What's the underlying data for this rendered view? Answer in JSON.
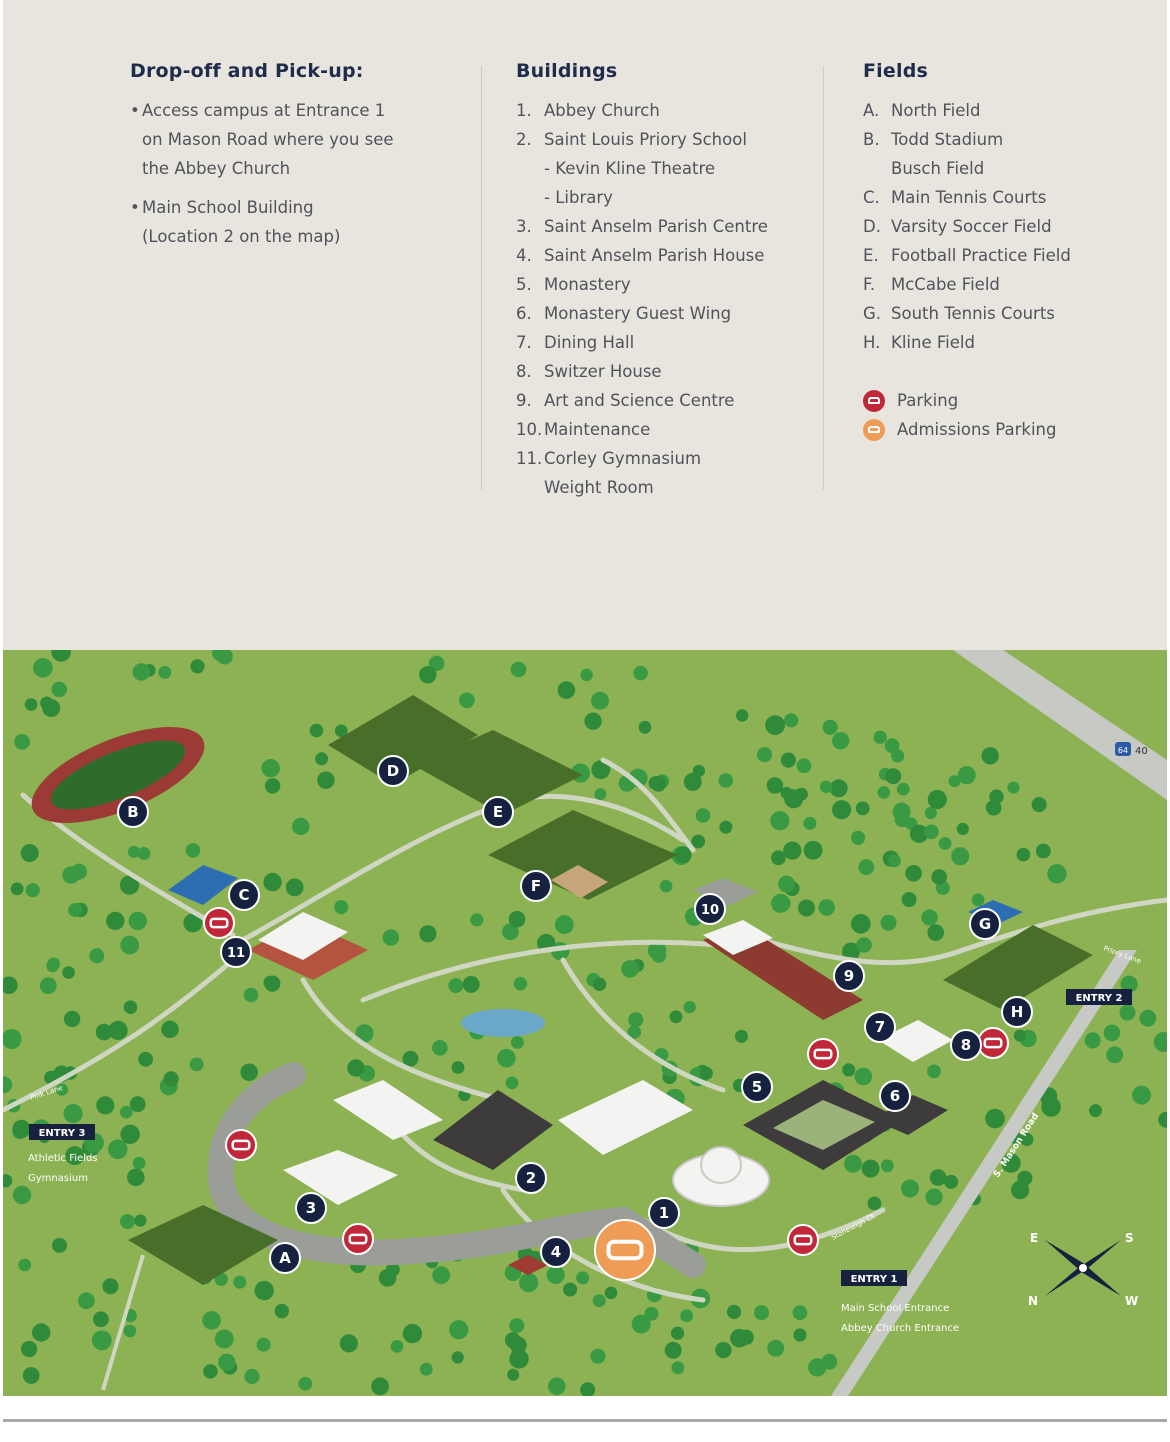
{
  "legend": {
    "dropoff": {
      "heading": "Drop-off and Pick-up:",
      "bullets": [
        [
          "Access campus at Entrance 1",
          "on Mason Road where you see",
          "the Abbey Church"
        ],
        [
          "Main School Building",
          "(Location 2 on the map)"
        ]
      ]
    },
    "buildings": {
      "heading": "Buildings",
      "items": [
        {
          "n": "1.",
          "label": "Abbey Church"
        },
        {
          "n": "2.",
          "label": "Saint Louis Priory School"
        },
        {
          "n": "",
          "label": "- Kevin Kline Theatre",
          "sub": true
        },
        {
          "n": "",
          "label": "- Library",
          "sub": true
        },
        {
          "n": "3.",
          "label": "Saint Anselm Parish Centre"
        },
        {
          "n": "4.",
          "label": "Saint Anselm Parish House"
        },
        {
          "n": "5.",
          "label": "Monastery"
        },
        {
          "n": "6.",
          "label": "Monastery Guest Wing"
        },
        {
          "n": "7.",
          "label": "Dining Hall"
        },
        {
          "n": "8.",
          "label": "Switzer House"
        },
        {
          "n": "9.",
          "label": "Art and Science Centre"
        },
        {
          "n": "10.",
          "label": "Maintenance"
        },
        {
          "n": "11.",
          "label": "Corley Gymnasium"
        },
        {
          "n": "",
          "label": "Weight Room",
          "sub": true
        }
      ]
    },
    "fields": {
      "heading": "Fields",
      "items": [
        {
          "n": "A.",
          "label": "North Field"
        },
        {
          "n": "B.",
          "label": "Todd Stadium"
        },
        {
          "n": "",
          "label": "Busch Field",
          "sub": true
        },
        {
          "n": "C.",
          "label": "Main Tennis Courts"
        },
        {
          "n": "D.",
          "label": "Varsity Soccer Field"
        },
        {
          "n": "E.",
          "label": "Football Practice Field"
        },
        {
          "n": "F.",
          "label": "McCabe Field"
        },
        {
          "n": "G.",
          "label": "South Tennis Courts"
        },
        {
          "n": "H.",
          "label": "Kline Field"
        }
      ],
      "parking": [
        {
          "label": "Parking",
          "color": "#c0283a"
        },
        {
          "label": "Admissions Parking",
          "color": "#ee9c56"
        }
      ]
    }
  },
  "map": {
    "colors": {
      "grass": "#8db253",
      "path": "#cfd6c2",
      "road": "#c7c9c4",
      "marker": "#16213f",
      "parking": "#c0283a",
      "admissions": "#ee9c56",
      "tree": "#2f8a3a"
    },
    "markers": [
      "1",
      "2",
      "3",
      "4",
      "5",
      "6",
      "7",
      "8",
      "9",
      "10",
      "11",
      "A",
      "B",
      "C",
      "D",
      "E",
      "F",
      "G",
      "H"
    ],
    "entries": [
      {
        "label": "ENTRY 1",
        "lines": [
          "Main School Entrance",
          "Abbey Church Entrance"
        ]
      },
      {
        "label": "ENTRY 2",
        "lines": []
      },
      {
        "label": "ENTRY 3",
        "lines": [
          "Athletic Fields",
          "Gymnasium"
        ]
      }
    ],
    "roads": [
      "S. Mason Road",
      "Stoneleigh Ct.",
      "Priory Lane",
      "Pink Lane"
    ],
    "highway_shield": "64",
    "highway_label": "40",
    "compass": [
      "E",
      "S",
      "N",
      "W"
    ]
  }
}
